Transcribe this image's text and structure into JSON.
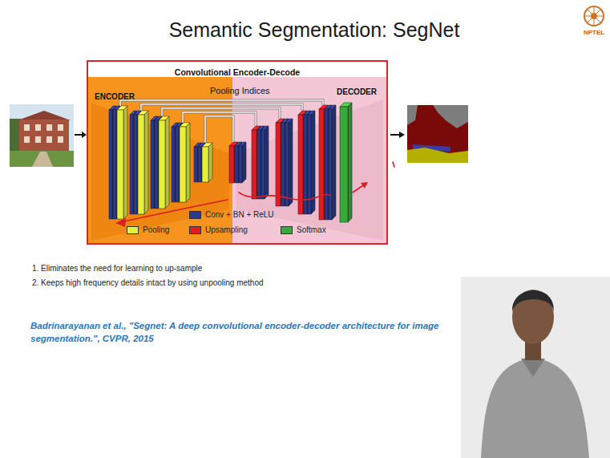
{
  "diagram": {
    "title": "Semantic Segmentation: SegNet",
    "nodes": [
      {
        "text": [
          "Convolutional Encoder-Decode"
        ]
      },
      {
        "text": [
          "ENCODER"
        ],
        "in": 0
      },
      {
        "text": [
          "DECODER"
        ],
        "in": 0
      }
    ],
    "labels": [
      "Pooling Indices",
      "1. Eliminates the need for learning to up-sample",
      "2. Keeps high frequency details intact by using unpooling method",
      "Badrinarayanan et al., \"Segnet: A deep convolutional encoder-decoder architecture for image segmentation.\", CVPR, 2015",
      "NPTEL"
    ],
    "legend": [
      {
        "text": "Conv + BN + ReLU",
        "color": "#2b3a8f"
      },
      {
        "text": "Pooling",
        "color": "#e6ef3c"
      },
      {
        "text": "Upsampling",
        "color": "#e31b23"
      },
      {
        "text": "Softmax",
        "color": "#3aa83a"
      }
    ]
  }
}
